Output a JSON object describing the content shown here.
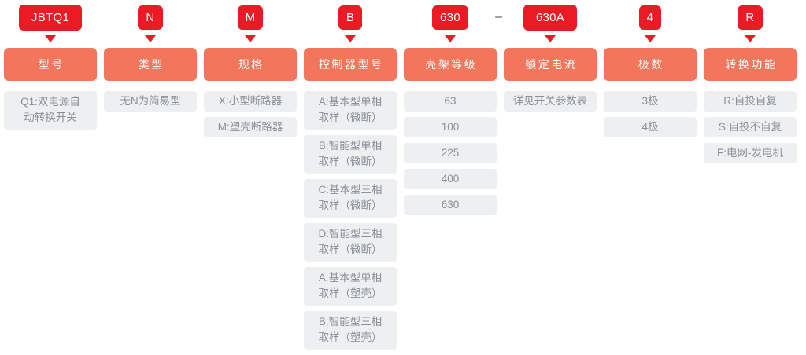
{
  "diagram": {
    "type": "product-model-code-breakdown",
    "separator": "-",
    "colors": {
      "code_pill": "#EA1B24",
      "header_bar": "#F1765C",
      "cell_bg": "#EDEFF1",
      "cell_text": "#8a9098"
    },
    "columns": [
      {
        "code": "JBTQ1",
        "header": "型号",
        "items": [
          "Q1:双电源自\n动转换开关"
        ]
      },
      {
        "code": "N",
        "header": "类型",
        "items": [
          "无N为简易型"
        ]
      },
      {
        "code": "M",
        "header": "规格",
        "items": [
          "X:小型断路器",
          "M:塑壳断路器"
        ]
      },
      {
        "code": "B",
        "header": "控制器型号",
        "items": [
          "A:基本型单相\n取样（微断）",
          "B:智能型单相\n取样（微断）",
          "C:基本型三相\n取样（微断）",
          "D:智能型三相\n取样（微断）",
          "A:基本型单相\n取样（塑壳）",
          "B:智能型三相\n取样（塑壳）"
        ]
      },
      {
        "code": "630",
        "header": "壳架等级",
        "items": [
          "63",
          "100",
          "225",
          "400",
          "630"
        ]
      },
      {
        "code": "630A",
        "header": "额定电流",
        "items": [
          "详见开关参数表"
        ]
      },
      {
        "code": "4",
        "header": "极数",
        "items": [
          "3极",
          "4极"
        ]
      },
      {
        "code": "R",
        "header": "转换功能",
        "items": [
          "R:自投自复",
          "S:自投不自复",
          "F:电网-发电机"
        ]
      }
    ]
  }
}
